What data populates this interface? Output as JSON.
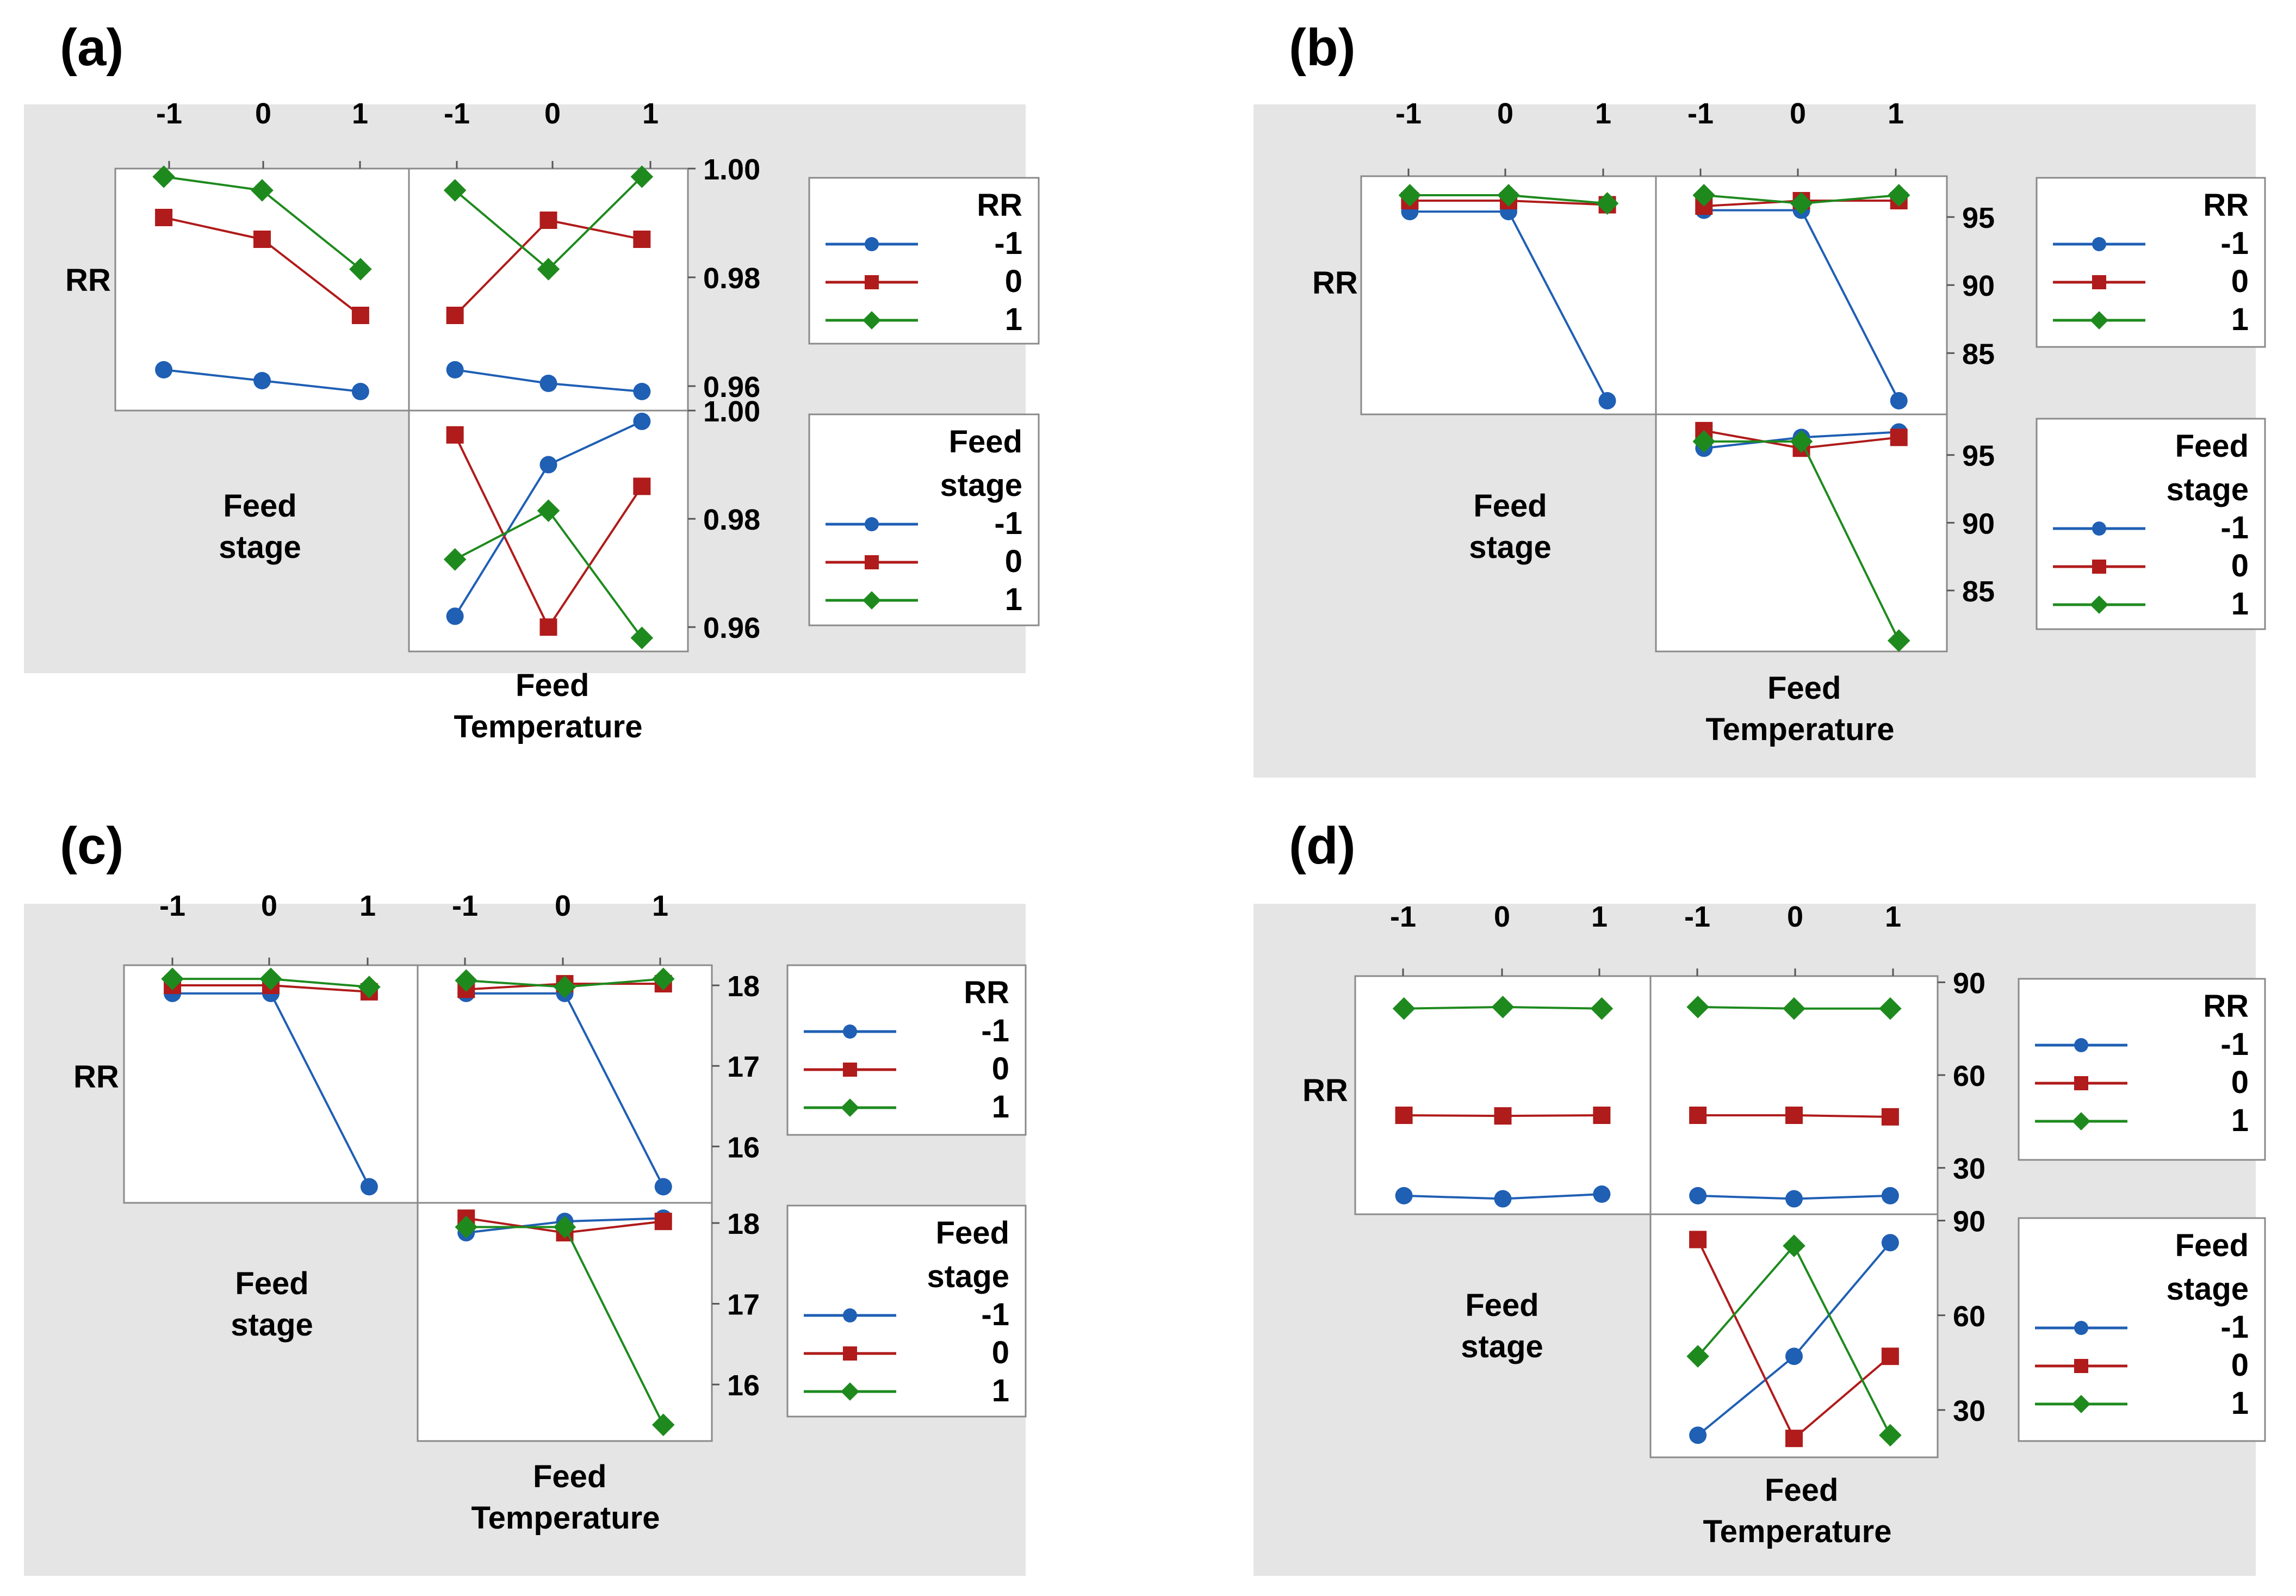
{
  "colors": {
    "panel_bg": "#e5e5e5",
    "plot_bg": "#ffffff",
    "series": [
      "#1f5fb4",
      "#b01b1b",
      "#1e8a1e"
    ]
  },
  "marker_shapes": [
    "circle",
    "square",
    "diamond"
  ],
  "chart_data": [
    {
      "panel_label": "(a)",
      "type": "line",
      "x_levels": [
        "-1",
        "0",
        "1"
      ],
      "legends": [
        {
          "title_lines": [
            "RR"
          ],
          "entries": [
            "-1",
            "0",
            "1"
          ]
        },
        {
          "title_lines": [
            "Feed",
            "stage"
          ],
          "entries": [
            "-1",
            "0",
            "1"
          ]
        }
      ],
      "row_label_lines": [
        "RR"
      ],
      "column_labels": [
        [
          "Feed",
          "stage"
        ],
        [
          "Feed",
          "Temperature"
        ]
      ],
      "top_row": {
        "ylim": [
          0.9555,
          1.0
        ],
        "yticks": [
          0.96,
          0.98,
          1.0
        ],
        "yticklabels": [
          "0.96",
          "0.98",
          "1.00"
        ],
        "left_plot": [
          {
            "name": "-1",
            "values": [
              0.963,
              0.961,
              0.959
            ]
          },
          {
            "name": "0",
            "values": [
              0.991,
              0.987,
              0.973
            ]
          },
          {
            "name": "1",
            "values": [
              0.9985,
              0.996,
              0.9815
            ]
          }
        ],
        "right_plot": [
          {
            "name": "-1",
            "values": [
              0.963,
              0.9605,
              0.959
            ]
          },
          {
            "name": "0",
            "values": [
              0.973,
              0.9905,
              0.987
            ]
          },
          {
            "name": "1",
            "values": [
              0.996,
              0.9815,
              0.9985
            ]
          }
        ]
      },
      "bottom_row": {
        "ylim": [
          0.9555,
          1.0
        ],
        "yticks": [
          0.96,
          0.98,
          1.0
        ],
        "yticklabels": [
          "0.96",
          "0.98",
          "1.00"
        ],
        "right_plot": [
          {
            "name": "-1",
            "values": [
              0.962,
              0.99,
              0.998
            ]
          },
          {
            "name": "0",
            "values": [
              0.9955,
              0.96,
              0.986
            ]
          },
          {
            "name": "1",
            "values": [
              0.9725,
              0.9815,
              0.958
            ]
          }
        ]
      }
    },
    {
      "panel_label": "(b)",
      "type": "line",
      "x_levels": [
        "-1",
        "0",
        "1"
      ],
      "legends": [
        {
          "title_lines": [
            "RR"
          ],
          "entries": [
            "-1",
            "0",
            "1"
          ]
        },
        {
          "title_lines": [
            "Feed",
            "stage"
          ],
          "entries": [
            "-1",
            "0",
            "1"
          ]
        }
      ],
      "row_label_lines": [
        "RR"
      ],
      "column_labels": [
        [
          "Feed",
          "stage"
        ],
        [
          "Feed",
          "Temperature"
        ]
      ],
      "top_row": {
        "ylim": [
          80.5,
          98.0
        ],
        "yticks": [
          85,
          90,
          95
        ],
        "yticklabels": [
          "85",
          "90",
          "95"
        ],
        "left_plot": [
          {
            "name": "-1",
            "values": [
              95.4,
              95.4,
              81.5
            ]
          },
          {
            "name": "0",
            "values": [
              96.2,
              96.2,
              95.9
            ]
          },
          {
            "name": "1",
            "values": [
              96.6,
              96.6,
              96.0
            ]
          }
        ],
        "right_plot": [
          {
            "name": "-1",
            "values": [
              95.5,
              95.5,
              81.5
            ]
          },
          {
            "name": "0",
            "values": [
              95.8,
              96.2,
              96.2
            ]
          },
          {
            "name": "1",
            "values": [
              96.6,
              96.0,
              96.6
            ]
          }
        ]
      },
      "bottom_row": {
        "ylim": [
          80.5,
          98.0
        ],
        "yticks": [
          85,
          90,
          95
        ],
        "yticklabels": [
          "85",
          "90",
          "95"
        ],
        "right_plot": [
          {
            "name": "-1",
            "values": [
              95.5,
              96.3,
              96.7
            ]
          },
          {
            "name": "0",
            "values": [
              96.8,
              95.5,
              96.3
            ]
          },
          {
            "name": "1",
            "values": [
              96.0,
              96.0,
              81.3
            ]
          }
        ]
      }
    },
    {
      "panel_label": "(c)",
      "type": "line",
      "x_levels": [
        "-1",
        "0",
        "1"
      ],
      "legends": [
        {
          "title_lines": [
            "RR"
          ],
          "entries": [
            "-1",
            "0",
            "1"
          ]
        },
        {
          "title_lines": [
            "Feed",
            "stage"
          ],
          "entries": [
            "-1",
            "0",
            "1"
          ]
        }
      ],
      "row_label_lines": [
        "RR"
      ],
      "column_labels": [
        [
          "Feed",
          "stage"
        ],
        [
          "Feed",
          "Temperature"
        ]
      ],
      "top_row": {
        "ylim": [
          15.3,
          18.25
        ],
        "yticks": [
          16,
          17,
          18
        ],
        "yticklabels": [
          "16",
          "17",
          "18"
        ],
        "left_plot": [
          {
            "name": "-1",
            "values": [
              17.9,
              17.9,
              15.5
            ]
          },
          {
            "name": "0",
            "values": [
              18.0,
              18.0,
              17.92
            ]
          },
          {
            "name": "1",
            "values": [
              18.08,
              18.08,
              17.98
            ]
          }
        ],
        "right_plot": [
          {
            "name": "-1",
            "values": [
              17.9,
              17.9,
              15.5
            ]
          },
          {
            "name": "0",
            "values": [
              17.95,
              18.02,
              18.02
            ]
          },
          {
            "name": "1",
            "values": [
              18.06,
              17.98,
              18.08
            ]
          }
        ]
      },
      "bottom_row": {
        "ylim": [
          15.3,
          18.25
        ],
        "yticks": [
          16,
          17,
          18
        ],
        "yticklabels": [
          "16",
          "17",
          "18"
        ],
        "right_plot": [
          {
            "name": "-1",
            "values": [
              17.88,
              18.02,
              18.06
            ]
          },
          {
            "name": "0",
            "values": [
              18.06,
              17.88,
              18.02
            ]
          },
          {
            "name": "1",
            "values": [
              17.95,
              17.95,
              15.5
            ]
          }
        ]
      }
    },
    {
      "panel_label": "(d)",
      "type": "line",
      "x_levels": [
        "-1",
        "0",
        "1"
      ],
      "legends": [
        {
          "title_lines": [
            "RR"
          ],
          "entries": [
            "-1",
            "0",
            "1"
          ]
        },
        {
          "title_lines": [
            "Feed",
            "stage"
          ],
          "entries": [
            "-1",
            "0",
            "1"
          ]
        }
      ],
      "row_label_lines": [
        "RR"
      ],
      "column_labels": [
        [
          "Feed",
          "stage"
        ],
        [
          "Feed",
          "Temperature"
        ]
      ],
      "top_row": {
        "ylim": [
          15,
          92
        ],
        "yticks": [
          30,
          60,
          90
        ],
        "yticklabels": [
          "30",
          "60",
          "90"
        ],
        "left_plot": [
          {
            "name": "-1",
            "values": [
              21.0,
              20.0,
              21.5
            ]
          },
          {
            "name": "0",
            "values": [
              47.0,
              46.8,
              47.0
            ]
          },
          {
            "name": "1",
            "values": [
              81.5,
              82.0,
              81.5
            ]
          }
        ],
        "right_plot": [
          {
            "name": "-1",
            "values": [
              21.0,
              20.0,
              21.0
            ]
          },
          {
            "name": "0",
            "values": [
              47.0,
              47.0,
              46.5
            ]
          },
          {
            "name": "1",
            "values": [
              82.0,
              81.5,
              81.5
            ]
          }
        ]
      },
      "bottom_row": {
        "ylim": [
          15,
          92
        ],
        "yticks": [
          30,
          60,
          90
        ],
        "yticklabels": [
          "30",
          "60",
          "90"
        ],
        "right_plot": [
          {
            "name": "-1",
            "values": [
              22.0,
              47.0,
              83.0
            ]
          },
          {
            "name": "0",
            "values": [
              84.0,
              21.0,
              47.0
            ]
          },
          {
            "name": "1",
            "values": [
              47.0,
              82.0,
              22.0
            ]
          }
        ]
      }
    }
  ]
}
